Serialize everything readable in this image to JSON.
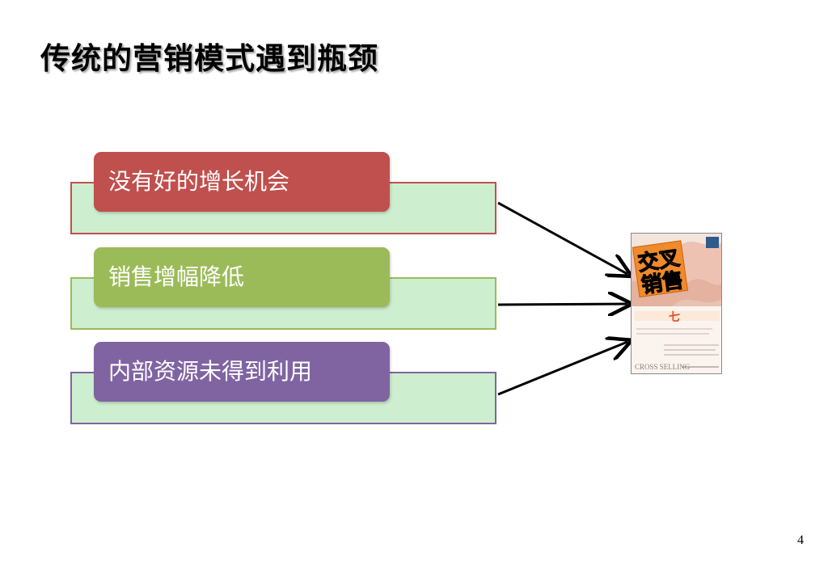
{
  "slide": {
    "title": "传统的营销模式遇到瓶颈",
    "page_number": "4"
  },
  "items": [
    {
      "label": "没有好的增长机会",
      "color": "#c0504d",
      "border_color": "#c0504d"
    },
    {
      "label": "销售增幅降低",
      "color": "#9bbb59",
      "border_color": "#9bbb59"
    },
    {
      "label": "内部资源未得到利用",
      "color": "#8064a2",
      "border_color": "#8064a2"
    }
  ],
  "book": {
    "title_line1": "交叉",
    "title_line2": "销售",
    "subtitle_char": "七",
    "author_text": "CROSS SELLING",
    "colors": {
      "cover_bg": "#efc4b3",
      "title_block": "#f08a2a",
      "title_text": "#ffffff",
      "strip": "#e54d1f"
    }
  }
}
